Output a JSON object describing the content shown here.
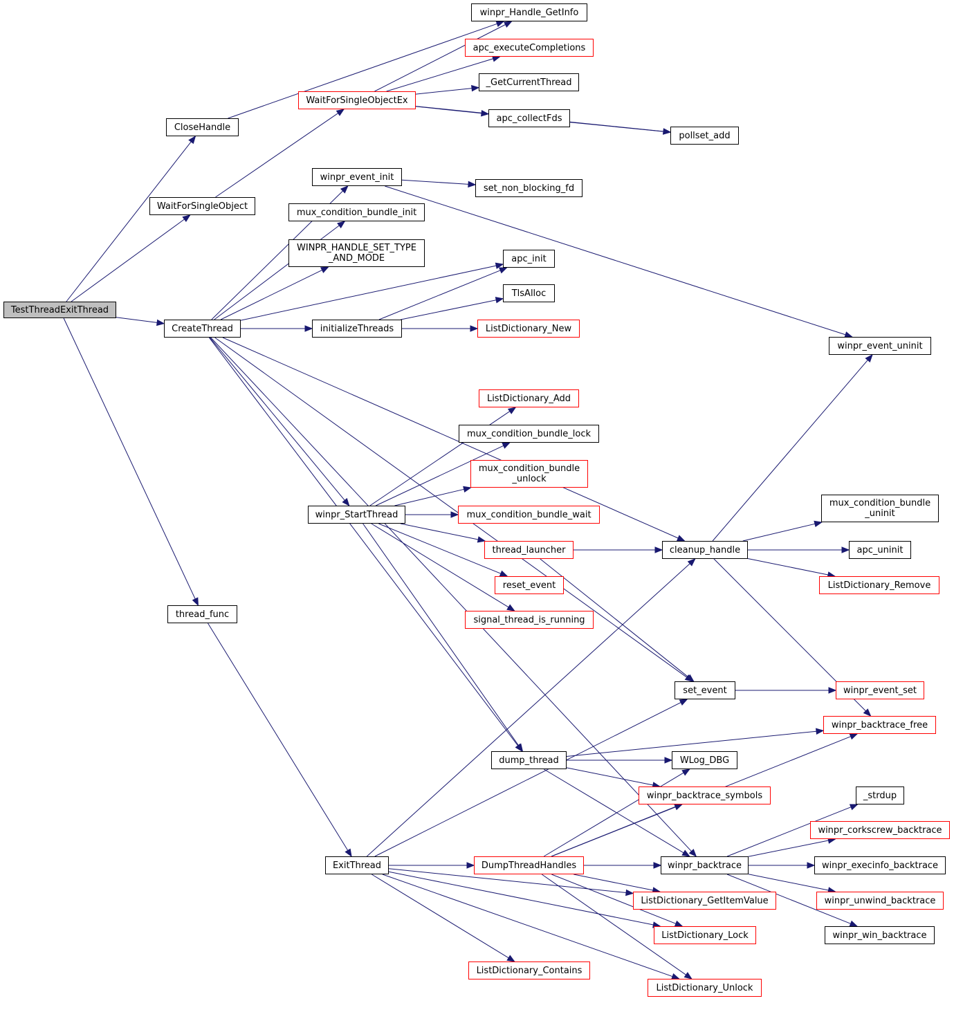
{
  "graph": {
    "edge_color": "#191970",
    "nodes": [
      {
        "id": "TestThreadExitThread",
        "label": "TestThreadExitThread",
        "style": "root"
      },
      {
        "id": "CloseHandle",
        "label": "CloseHandle",
        "style": "black"
      },
      {
        "id": "WaitForSingleObject",
        "label": "WaitForSingleObject",
        "style": "black"
      },
      {
        "id": "CreateThread",
        "label": "CreateThread",
        "style": "black"
      },
      {
        "id": "thread_func",
        "label": "thread_func",
        "style": "black"
      },
      {
        "id": "winpr_Handle_GetInfo",
        "label": "winpr_Handle_GetInfo",
        "style": "black"
      },
      {
        "id": "apc_executeCompletions",
        "label": "apc_executeCompletions",
        "style": "red"
      },
      {
        "id": "WaitForSingleObjectEx",
        "label": "WaitForSingleObjectEx",
        "style": "red"
      },
      {
        "id": "_GetCurrentThread",
        "label": "_GetCurrentThread",
        "style": "black"
      },
      {
        "id": "apc_collectFds",
        "label": "apc_collectFds",
        "style": "black"
      },
      {
        "id": "pollset_add",
        "label": "pollset_add",
        "style": "black"
      },
      {
        "id": "winpr_event_init",
        "label": "winpr_event_init",
        "style": "black"
      },
      {
        "id": "set_non_blocking_fd",
        "label": "set_non_blocking_fd",
        "style": "black"
      },
      {
        "id": "mux_condition_bundle_init",
        "label": "mux_condition_bundle_init",
        "style": "black"
      },
      {
        "id": "WINPR_HANDLE_SET_TYPE_AND_MODE",
        "label": "WINPR_HANDLE_SET_TYPE\n_AND_MODE",
        "style": "black"
      },
      {
        "id": "apc_init",
        "label": "apc_init",
        "style": "black"
      },
      {
        "id": "TlsAlloc",
        "label": "TlsAlloc",
        "style": "black"
      },
      {
        "id": "initializeThreads",
        "label": "initializeThreads",
        "style": "black"
      },
      {
        "id": "ListDictionary_New",
        "label": "ListDictionary_New",
        "style": "red"
      },
      {
        "id": "winpr_event_uninit",
        "label": "winpr_event_uninit",
        "style": "black"
      },
      {
        "id": "ListDictionary_Add",
        "label": "ListDictionary_Add",
        "style": "red"
      },
      {
        "id": "mux_condition_bundle_lock",
        "label": "mux_condition_bundle_lock",
        "style": "black"
      },
      {
        "id": "mux_condition_bundle_unlock",
        "label": "mux_condition_bundle\n_unlock",
        "style": "red"
      },
      {
        "id": "winpr_StartThread",
        "label": "winpr_StartThread",
        "style": "black"
      },
      {
        "id": "mux_condition_bundle_wait",
        "label": "mux_condition_bundle_wait",
        "style": "red"
      },
      {
        "id": "mux_condition_bundle_uninit",
        "label": "mux_condition_bundle\n_uninit",
        "style": "black"
      },
      {
        "id": "thread_launcher",
        "label": "thread_launcher",
        "style": "red"
      },
      {
        "id": "cleanup_handle",
        "label": "cleanup_handle",
        "style": "black"
      },
      {
        "id": "apc_uninit",
        "label": "apc_uninit",
        "style": "black"
      },
      {
        "id": "reset_event",
        "label": "reset_event",
        "style": "red"
      },
      {
        "id": "ListDictionary_Remove",
        "label": "ListDictionary_Remove",
        "style": "red"
      },
      {
        "id": "signal_thread_is_running",
        "label": "signal_thread_is_running",
        "style": "red"
      },
      {
        "id": "set_event",
        "label": "set_event",
        "style": "black"
      },
      {
        "id": "winpr_event_set",
        "label": "winpr_event_set",
        "style": "red"
      },
      {
        "id": "winpr_backtrace_free",
        "label": "winpr_backtrace_free",
        "style": "red"
      },
      {
        "id": "dump_thread",
        "label": "dump_thread",
        "style": "black"
      },
      {
        "id": "WLog_DBG",
        "label": "WLog_DBG",
        "style": "black"
      },
      {
        "id": "winpr_backtrace_symbols",
        "label": "winpr_backtrace_symbols",
        "style": "red"
      },
      {
        "id": "_strdup",
        "label": "_strdup",
        "style": "black"
      },
      {
        "id": "winpr_corkscrew_backtrace",
        "label": "winpr_corkscrew_backtrace",
        "style": "red"
      },
      {
        "id": "ExitThread",
        "label": "ExitThread",
        "style": "black"
      },
      {
        "id": "DumpThreadHandles",
        "label": "DumpThreadHandles",
        "style": "red"
      },
      {
        "id": "winpr_backtrace",
        "label": "winpr_backtrace",
        "style": "black"
      },
      {
        "id": "winpr_execinfo_backtrace",
        "label": "winpr_execinfo_backtrace",
        "style": "black"
      },
      {
        "id": "ListDictionary_GetItemValue",
        "label": "ListDictionary_GetItemValue",
        "style": "red"
      },
      {
        "id": "winpr_unwind_backtrace",
        "label": "winpr_unwind_backtrace",
        "style": "red"
      },
      {
        "id": "ListDictionary_Lock",
        "label": "ListDictionary_Lock",
        "style": "red"
      },
      {
        "id": "winpr_win_backtrace",
        "label": "winpr_win_backtrace",
        "style": "black"
      },
      {
        "id": "ListDictionary_Contains",
        "label": "ListDictionary_Contains",
        "style": "red"
      },
      {
        "id": "ListDictionary_Unlock",
        "label": "ListDictionary_Unlock",
        "style": "red"
      }
    ],
    "edges": [
      [
        "TestThreadExitThread",
        "CloseHandle"
      ],
      [
        "TestThreadExitThread",
        "WaitForSingleObject"
      ],
      [
        "TestThreadExitThread",
        "CreateThread"
      ],
      [
        "TestThreadExitThread",
        "thread_func"
      ],
      [
        "CloseHandle",
        "winpr_Handle_GetInfo"
      ],
      [
        "WaitForSingleObject",
        "WaitForSingleObjectEx"
      ],
      [
        "WaitForSingleObjectEx",
        "winpr_Handle_GetInfo"
      ],
      [
        "WaitForSingleObjectEx",
        "apc_executeCompletions"
      ],
      [
        "WaitForSingleObjectEx",
        "_GetCurrentThread"
      ],
      [
        "WaitForSingleObjectEx",
        "apc_collectFds"
      ],
      [
        "WaitForSingleObjectEx",
        "pollset_add"
      ],
      [
        "apc_collectFds",
        "pollset_add"
      ],
      [
        "CreateThread",
        "winpr_event_init"
      ],
      [
        "CreateThread",
        "mux_condition_bundle_init"
      ],
      [
        "CreateThread",
        "WINPR_HANDLE_SET_TYPE_AND_MODE"
      ],
      [
        "CreateThread",
        "apc_init"
      ],
      [
        "CreateThread",
        "initializeThreads"
      ],
      [
        "CreateThread",
        "cleanup_handle"
      ],
      [
        "CreateThread",
        "winpr_StartThread"
      ],
      [
        "CreateThread",
        "set_event"
      ],
      [
        "CreateThread",
        "dump_thread"
      ],
      [
        "CreateThread",
        "winpr_backtrace"
      ],
      [
        "winpr_event_init",
        "set_non_blocking_fd"
      ],
      [
        "winpr_event_init",
        "winpr_event_uninit"
      ],
      [
        "initializeThreads",
        "apc_init"
      ],
      [
        "initializeThreads",
        "TlsAlloc"
      ],
      [
        "initializeThreads",
        "ListDictionary_New"
      ],
      [
        "winpr_StartThread",
        "ListDictionary_Add"
      ],
      [
        "winpr_StartThread",
        "mux_condition_bundle_lock"
      ],
      [
        "winpr_StartThread",
        "mux_condition_bundle_unlock"
      ],
      [
        "winpr_StartThread",
        "mux_condition_bundle_wait"
      ],
      [
        "winpr_StartThread",
        "thread_launcher"
      ],
      [
        "winpr_StartThread",
        "reset_event"
      ],
      [
        "winpr_StartThread",
        "signal_thread_is_running"
      ],
      [
        "winpr_StartThread",
        "dump_thread"
      ],
      [
        "thread_launcher",
        "cleanup_handle"
      ],
      [
        "thread_launcher",
        "set_event"
      ],
      [
        "cleanup_handle",
        "winpr_event_uninit"
      ],
      [
        "cleanup_handle",
        "mux_condition_bundle_uninit"
      ],
      [
        "cleanup_handle",
        "apc_uninit"
      ],
      [
        "cleanup_handle",
        "ListDictionary_Remove"
      ],
      [
        "cleanup_handle",
        "winpr_backtrace_free"
      ],
      [
        "set_event",
        "winpr_event_set"
      ],
      [
        "dump_thread",
        "winpr_backtrace_free"
      ],
      [
        "dump_thread",
        "WLog_DBG"
      ],
      [
        "dump_thread",
        "winpr_backtrace_symbols"
      ],
      [
        "dump_thread",
        "winpr_backtrace"
      ],
      [
        "thread_func",
        "ExitThread"
      ],
      [
        "ExitThread",
        "cleanup_handle"
      ],
      [
        "ExitThread",
        "set_event"
      ],
      [
        "ExitThread",
        "DumpThreadHandles"
      ],
      [
        "ExitThread",
        "winpr_backtrace"
      ],
      [
        "ExitThread",
        "ListDictionary_GetItemValue"
      ],
      [
        "ExitThread",
        "ListDictionary_Lock"
      ],
      [
        "ExitThread",
        "ListDictionary_Contains"
      ],
      [
        "ExitThread",
        "ListDictionary_Unlock"
      ],
      [
        "DumpThreadHandles",
        "WLog_DBG"
      ],
      [
        "DumpThreadHandles",
        "winpr_backtrace_symbols"
      ],
      [
        "DumpThreadHandles",
        "winpr_backtrace_free"
      ],
      [
        "DumpThreadHandles",
        "winpr_backtrace"
      ],
      [
        "DumpThreadHandles",
        "ListDictionary_GetItemValue"
      ],
      [
        "DumpThreadHandles",
        "ListDictionary_Lock"
      ],
      [
        "DumpThreadHandles",
        "ListDictionary_Unlock"
      ],
      [
        "winpr_backtrace",
        "_strdup"
      ],
      [
        "winpr_backtrace",
        "winpr_corkscrew_backtrace"
      ],
      [
        "winpr_backtrace",
        "winpr_execinfo_backtrace"
      ],
      [
        "winpr_backtrace",
        "winpr_unwind_backtrace"
      ],
      [
        "winpr_backtrace",
        "winpr_win_backtrace"
      ]
    ]
  }
}
